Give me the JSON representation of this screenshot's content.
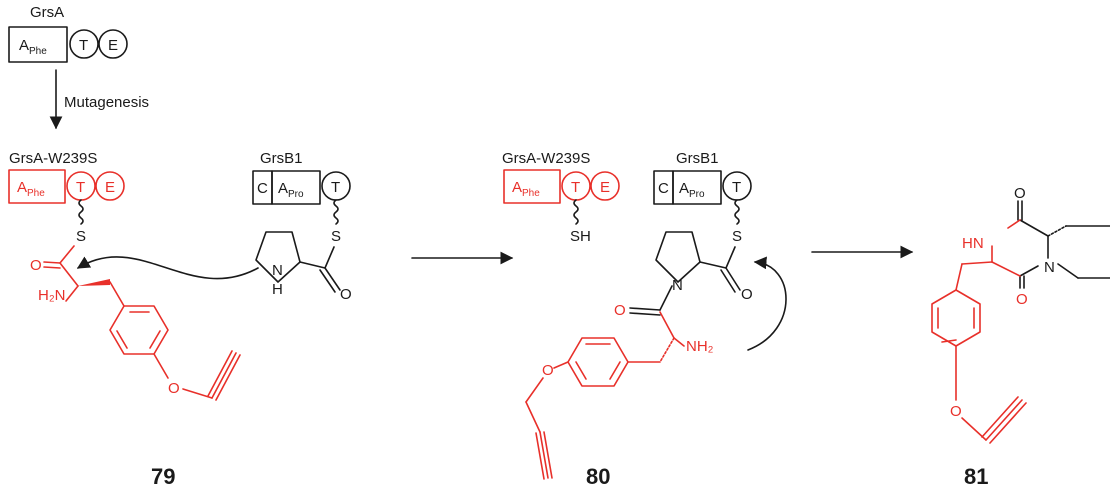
{
  "labels": {
    "grsA": "GrsA",
    "grsA_mutant_1": "GrsA-W239S",
    "grsB1_1": "GrsB1",
    "grsA_mutant_2": "GrsA-W239S",
    "grsB1_2": "GrsB1",
    "mutagenesis": "Mutagenesis"
  },
  "domains": {
    "A": "A",
    "phe_sub": "Phe",
    "pro_sub": "Pro",
    "T": "T",
    "E": "E",
    "C": "C"
  },
  "atoms": {
    "S": "S",
    "SH": "SH",
    "O": "O",
    "N": "N",
    "H": "H",
    "NH": "N",
    "H2N": "H₂N",
    "NH2": "NH₂",
    "HN": "HN"
  },
  "compounds": {
    "c79": "79",
    "c80": "80",
    "c81": "81"
  },
  "colors": {
    "black": "#1a1a1a",
    "red": "#e8302a"
  }
}
